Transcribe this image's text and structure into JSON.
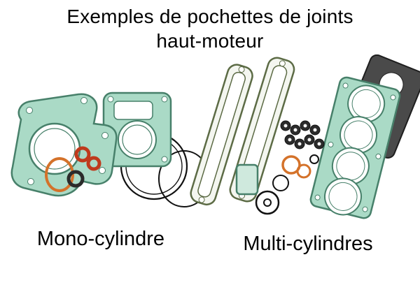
{
  "title": {
    "line1": "Exemples de pochettes de joints",
    "line2": "haut-moteur"
  },
  "captions": {
    "mono": "Mono-cylindre",
    "multi": "Multi-cylindres"
  },
  "colors": {
    "background": "#ffffff",
    "text": "#000000",
    "gasket_teal": "#aadac6",
    "gasket_teal_light": "#cfe9dd",
    "gasket_outline": "#47806a",
    "cover_gasket_outline": "#5c6b45",
    "oring_orange": "#d4722a",
    "oring_red": "#bf3a1c",
    "rubber_black": "#2b2b2b",
    "paper_outline": "#111111",
    "dark_gasket": "#4a4a4a"
  }
}
